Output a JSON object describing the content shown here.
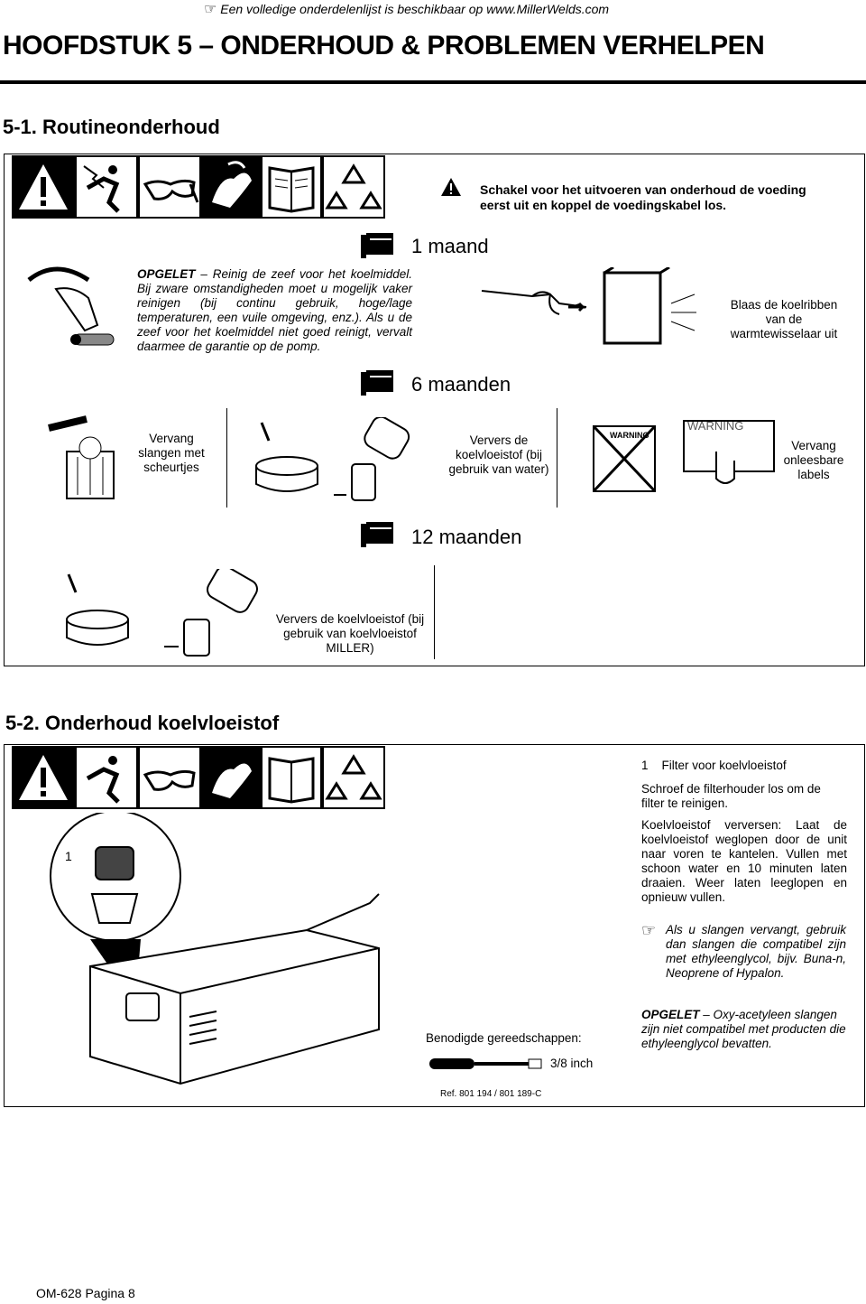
{
  "header": {
    "note": "Een volledige onderdelenlijst is beschikbaar op www.MillerWelds.com",
    "chapter_title": "HOOFDSTUK 5 – ONDERHOUD & PROBLEMEN VERHELPEN"
  },
  "section1": {
    "title": "5-1. Routineonderhoud",
    "warning": "Schakel voor het uitvoeren van onderhoud de voeding eerst uit en koppel de voedingskabel los.",
    "month1": {
      "label": "1 maand",
      "caution_label": "OPGELET",
      "caution_text": "– Reinig de zeef voor het koelmiddel. Bij zware omstandigheden moet u mogelijk vaker reinigen (bij continu gebruik, hoge/lage temperaturen, een vuile omgeving, enz.). Als u de zeef voor het koelmiddel niet goed reinigt, vervalt daarmee de garantie op de pomp.",
      "blow_text": "Blaas de koelribben van de warmtewisselaar uit"
    },
    "month6": {
      "label": "6 maanden",
      "hoses": "Vervang slangen met scheurtjes",
      "coolant": "Ververs de koelvloeistof (bij gebruik van water)",
      "labels": "Vervang onleesbare labels",
      "warning_tag": "WARNING",
      "warning_tag2": "WARNING"
    },
    "month12": {
      "label": "12 maanden",
      "coolant": "Ververs de koelvloeistof (bij gebruik van koelvloeistof MILLER)"
    }
  },
  "section2": {
    "title": "5-2. Onderhoud koelvloeistof",
    "callout_number": "1",
    "item_number": "1",
    "item_title": "Filter voor koelvloeistof",
    "p1": "Schroef de filterhouder los om de filter te reinigen.",
    "p2": "Koelvloeistof verversen: Laat de koelvloeistof weglopen door de unit naar voren te kantelen. Vullen met schoon water en 10 minuten laten draaien. Weer laten leeglopen en opnieuw vullen.",
    "note": "Als u slangen vervangt, gebruik dan slangen die compatibel zijn met ethyleenglycol, bijv. Buna-n, Neoprene of Hypalon.",
    "caution_label": "OPGELET",
    "caution_text": "– Oxy-acetyleen slangen zijn niet compatibel met producten die ethyleenglycol bevatten.",
    "tools_label": "Benodigde gereedschappen:",
    "tool_size": "3/8 inch",
    "ref": "Ref. 801 194 / 801 189-C"
  },
  "footer": {
    "page": "OM-628 Pagina 8"
  },
  "icons": [
    "pointing-hand-icon",
    "warning-triangle-icon",
    "electric-shock-icon",
    "safety-glasses-icon",
    "gloves-icon",
    "manual-book-icon",
    "recycle-icon",
    "clipboard-icon"
  ]
}
